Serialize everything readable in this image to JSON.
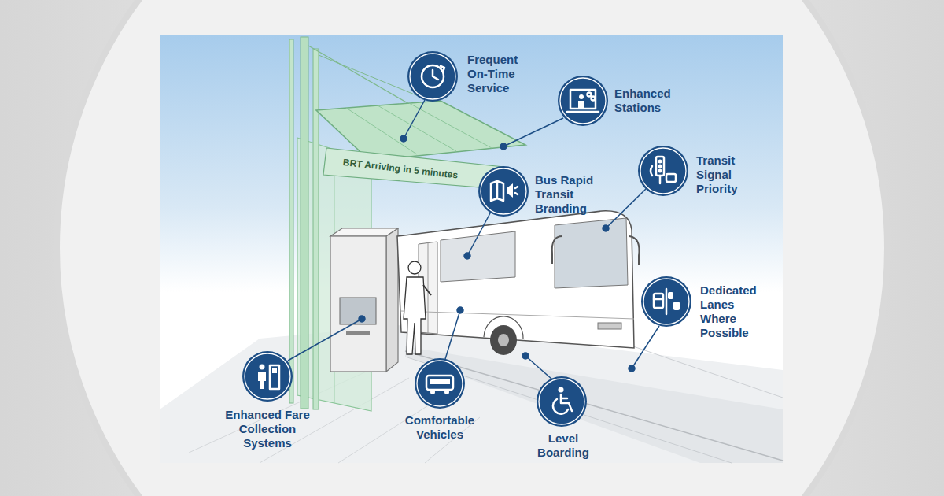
{
  "diagram": {
    "nodes": [
      {
        "text": [
          "Frequent On-Time Service"
        ]
      },
      {
        "text": [
          "Enhanced Stations"
        ]
      },
      {
        "text": [
          "Transit Signal Priority"
        ]
      },
      {
        "text": [
          "Bus Rapid Transit Branding"
        ]
      },
      {
        "text": [
          "Dedicated Lanes Where Possible"
        ]
      },
      {
        "text": [
          "Enhanced Fare Collection Systems"
        ]
      },
      {
        "text": [
          "Comfortable Vehicles"
        ]
      },
      {
        "text": [
          "Level Boarding"
        ]
      }
    ],
    "labels": [
      "BRT Arriving in 5 minutes"
    ]
  }
}
